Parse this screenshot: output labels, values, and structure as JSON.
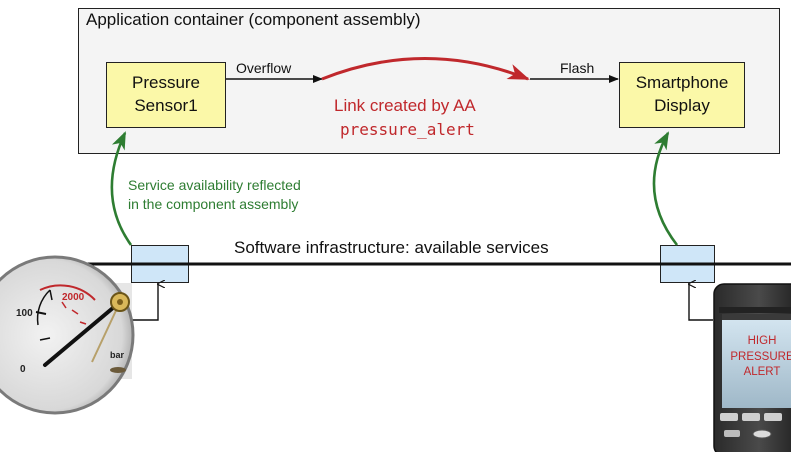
{
  "container": {
    "title": "Application container (component assembly)"
  },
  "components": {
    "sensor": [
      "Pressure",
      "Sensor1"
    ],
    "display": [
      "Smartphone",
      "Display"
    ]
  },
  "ports": {
    "overflow": "Overflow",
    "flash": "Flash"
  },
  "link": {
    "caption": "Link created by AA",
    "name": "pressure_alert"
  },
  "service_note": [
    "Service availability reflected",
    "in the component assembly"
  ],
  "infrastructure": {
    "label": "Software infrastructure: available services"
  },
  "gauge": {
    "scale_2000": "2000",
    "scale_100": "100",
    "scale_0": "0",
    "unit": "bar"
  },
  "phone": {
    "alert": [
      "HIGH",
      "PRESSURE",
      "ALERT"
    ]
  },
  "colors": {
    "link_red": "#c0282c",
    "service_green": "#2e7d32",
    "component_yellow": "#fbf8a8",
    "service_blue": "#cfe6f8"
  }
}
